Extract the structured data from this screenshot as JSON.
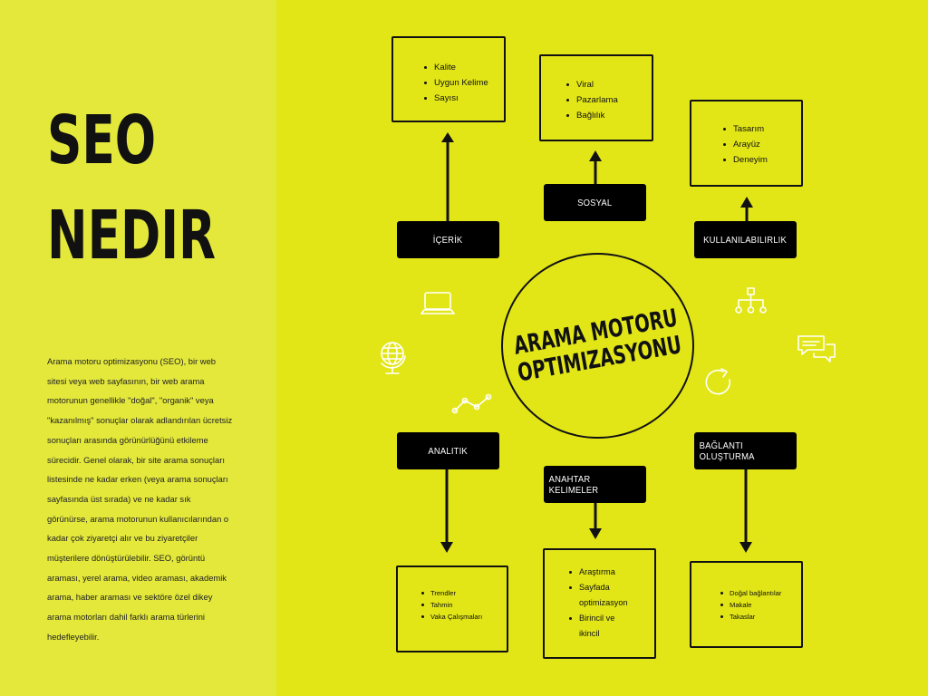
{
  "title": {
    "line1": "SEO",
    "line2": "NEDIR"
  },
  "description": "Arama motoru optimizasyonu (SEO), bir web sitesi veya web sayfasının, bir web arama motorunun genellikle \"doğal\", \"organik\" veya \"kazanılmış\" sonuçlar olarak adlandırılan ücretsiz sonuçları arasında görünürlüğünü etkileme sürecidir. Genel olarak, bir site arama sonuçları listesinde ne kadar erken (veya arama sonuçları sayfasında üst sırada) ve ne kadar sık görünürse, arama motorunun kullanıcılarından o kadar çok ziyaretçi alır ve bu ziyaretçiler müşterilere dönüştürülebilir. SEO, görüntü araması, yerel arama, video araması, akademik arama, haber araması ve sektöre özel dikey arama motorları dahil farklı arama türlerini hedefleyebilir.",
  "center": {
    "line1": "ARAMA MOTORU",
    "line2": "OPTIMIZASYONU"
  },
  "nodes": {
    "icerik": {
      "label": "İÇERİK",
      "items": [
        "Kalite",
        "Uygun Kelime",
        "Sayısı"
      ]
    },
    "sosyal": {
      "label": "SOSYAL",
      "items": [
        "Viral",
        "Pazarlama",
        "Bağlılık"
      ]
    },
    "kullanilabilirlik": {
      "label": "KULLANILABILIRLIK",
      "items": [
        "Tasarım",
        "Arayüz",
        "Deneyim"
      ]
    },
    "analitik": {
      "label": "ANALITIK",
      "items": [
        "Trendler",
        "Tahmin",
        "Vaka Çalışmaları"
      ]
    },
    "anahtar": {
      "label": "ANAHTAR KELIMELER",
      "items": [
        "Araştırma",
        "Sayfada",
        "optimizasyon",
        "Birincil ve",
        "ikincil"
      ]
    },
    "baglanti": {
      "label": "BAĞLANTI OLUŞTURMA",
      "items": [
        "Doğal bağlantılar",
        "Makale",
        "Takaslar"
      ]
    }
  },
  "icons": [
    "laptop-icon",
    "globe-icon",
    "line-chart-icon",
    "hierarchy-icon",
    "chat-bubbles-icon",
    "refresh-arrow-icon"
  ],
  "colors": {
    "background": "#e2e617",
    "left_panel": "#e3e83b",
    "ink": "#111111",
    "label_bg": "#000000",
    "icon": "#ffffff"
  }
}
